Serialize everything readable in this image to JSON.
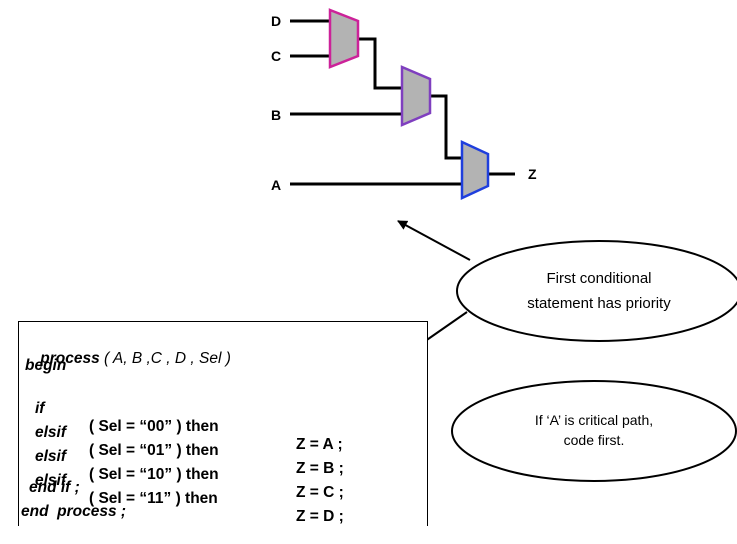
{
  "mux_chain": {
    "inputs": [
      "D",
      "C",
      "B",
      "A"
    ],
    "output": "Z",
    "colors": {
      "mux_d_c": "#cc2299",
      "mux_b": "#7f3fbf",
      "mux_a": "#1f3fdd",
      "fill": "#b3b3b3"
    }
  },
  "callouts": {
    "priority": {
      "line1": "First conditional",
      "line2": "statement has priority"
    },
    "critical": {
      "line1": "If ‘A’ is critical path,",
      "line2": "code first."
    }
  },
  "code": {
    "process_kw": "process",
    "process_args": " ( A, B ,C , D , Sel )",
    "begin": "begin",
    "branches": [
      {
        "kw": "if",
        "cond": "( Sel = “00” ) then",
        "res": "Z = A ;"
      },
      {
        "kw": "elsif",
        "cond": "( Sel = “01” ) then",
        "res": "Z = B ;"
      },
      {
        "kw": "elsif",
        "cond": "( Sel = “10” ) then",
        "res": "Z = C ;"
      },
      {
        "kw": "elsif",
        "cond": "( Sel = “11” ) then",
        "res": "Z = D ;"
      }
    ],
    "end_if": "end if ;",
    "end_process": "end  process ;"
  }
}
